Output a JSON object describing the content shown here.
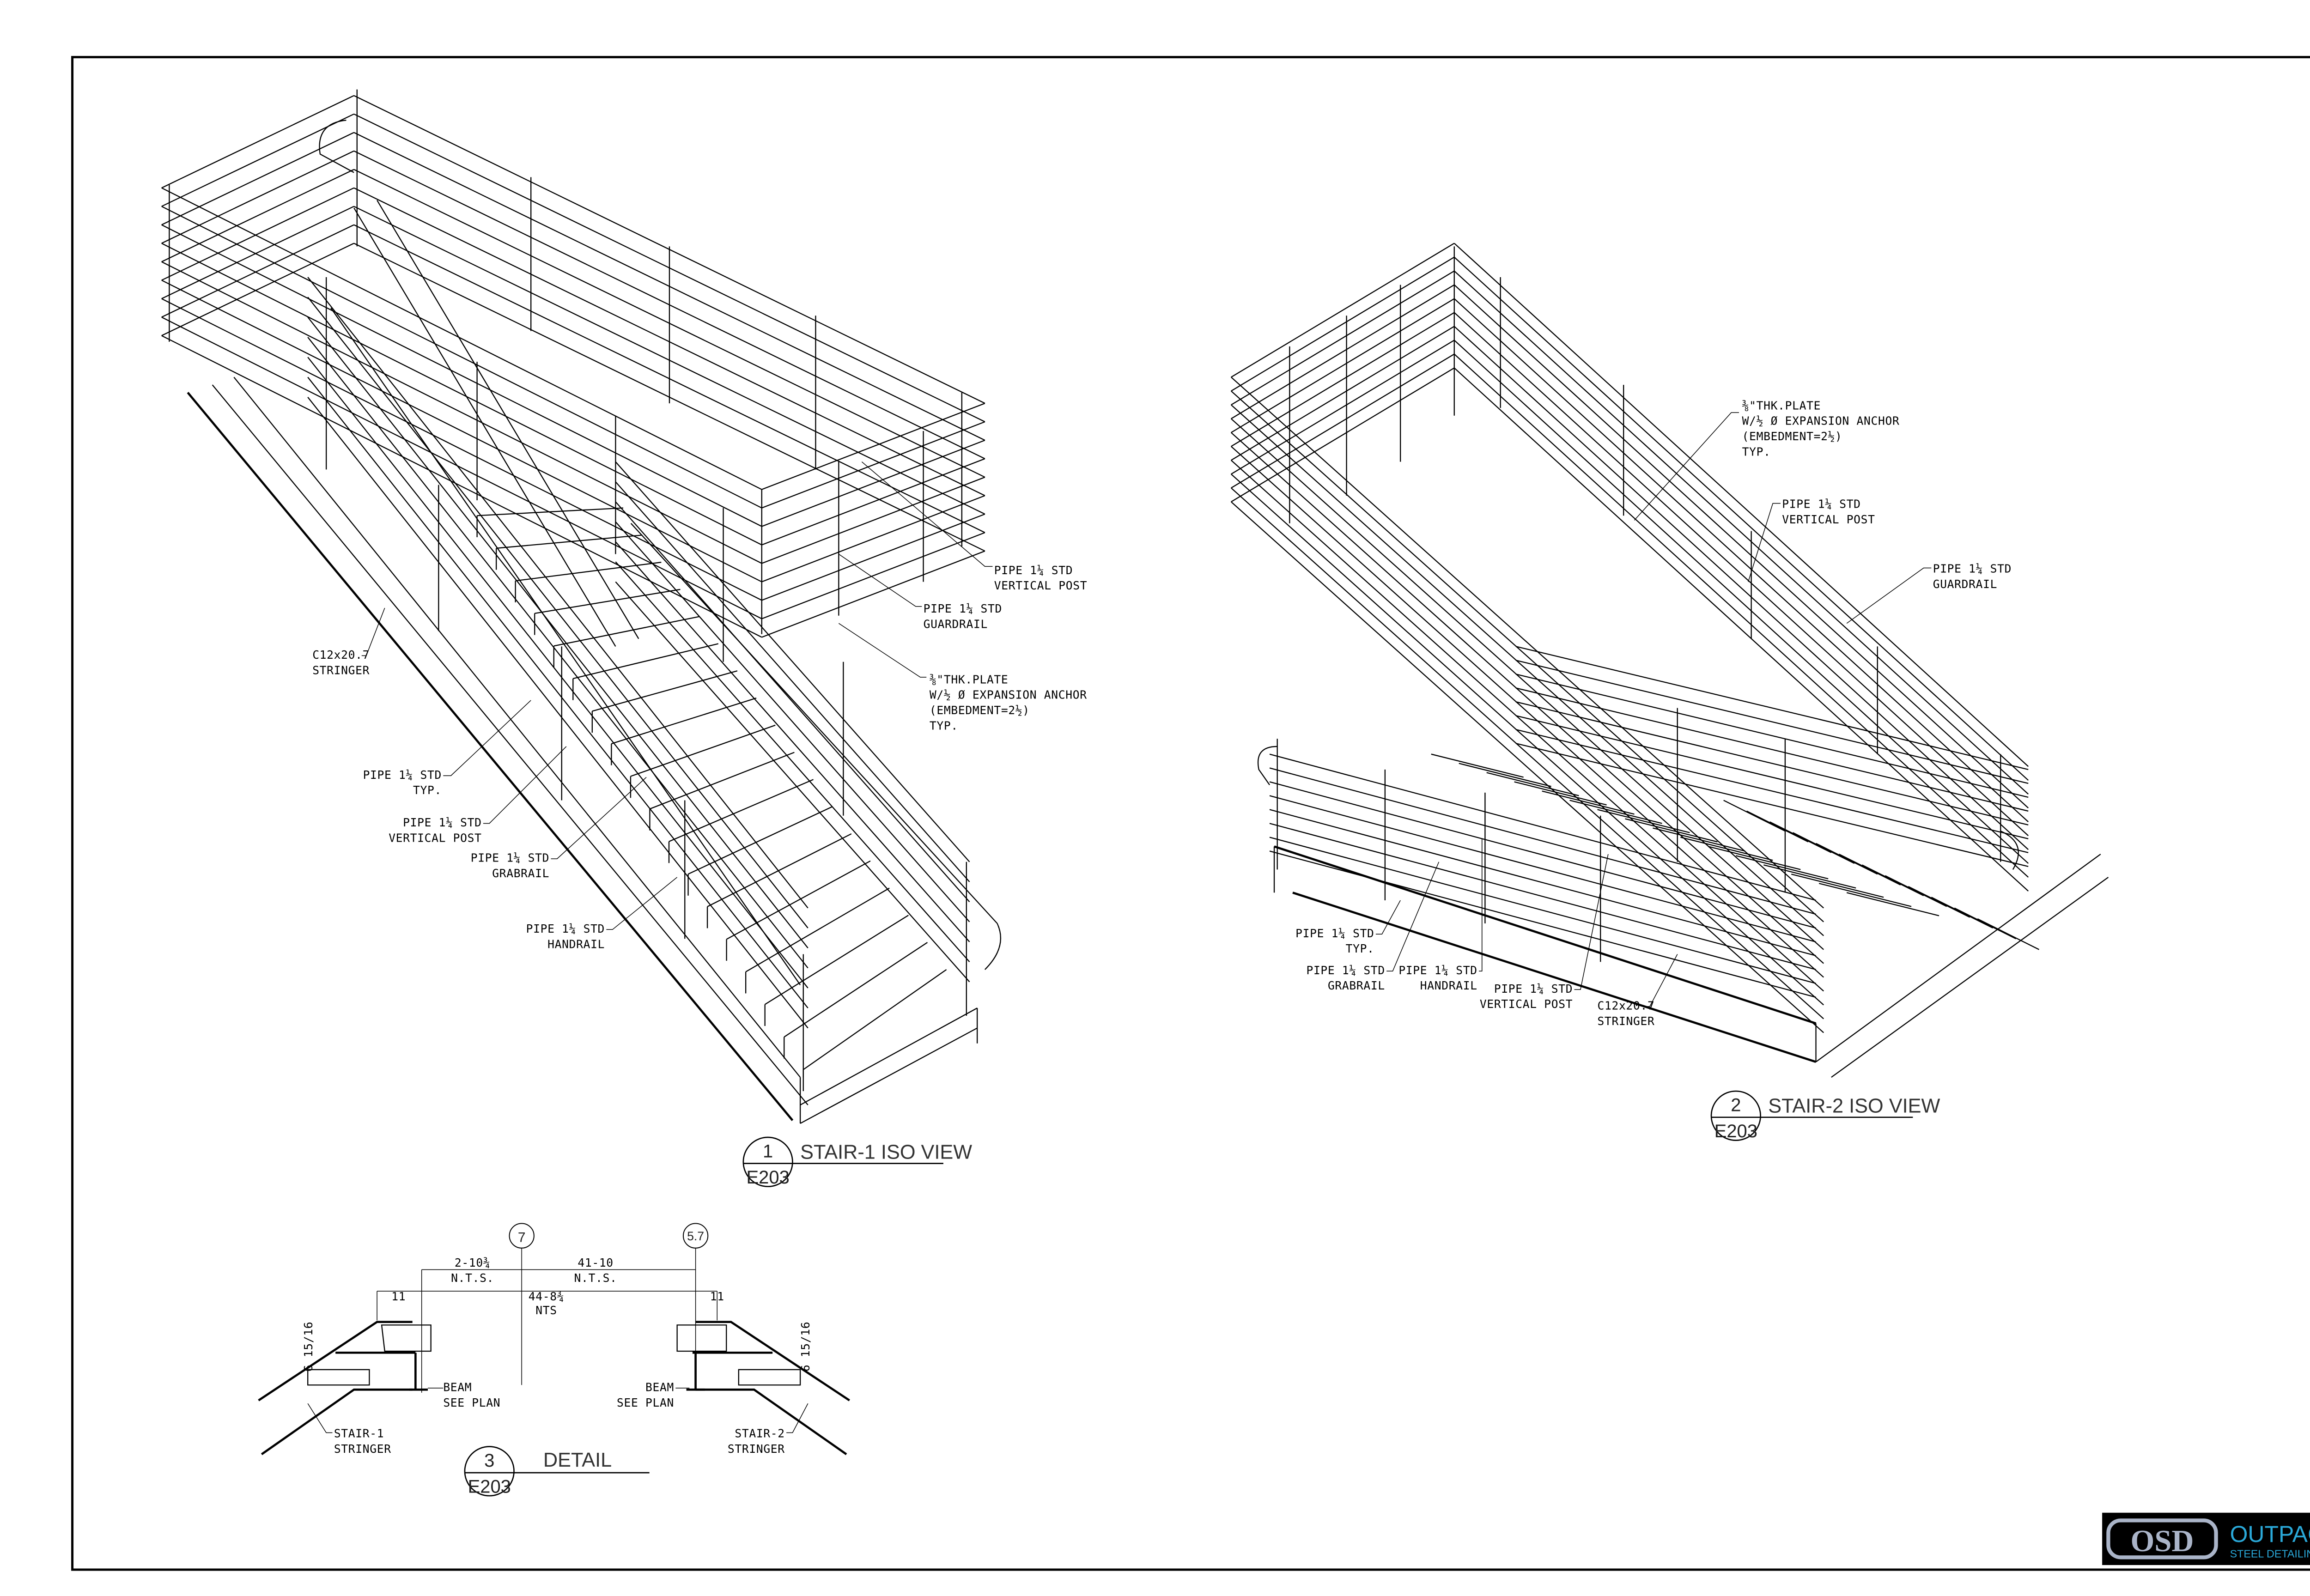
{
  "views": {
    "stair1": {
      "number": "1",
      "sheet": "E203",
      "title": "STAIR-1 ISO VIEW",
      "callouts": {
        "vertical_post_top": [
          "PIPE 1¼ STD",
          "VERTICAL POST"
        ],
        "guardrail": [
          "PIPE 1¼ STD",
          "GUARDRAIL"
        ],
        "plate": [
          "⅜\"THK.PLATE",
          "W/½ Ø EXPANSION ANCHOR",
          "(EMBEDMENT=2½)",
          "TYP."
        ],
        "stringer": [
          "C12x20.7",
          "STRINGER"
        ],
        "typ": [
          "PIPE 1¼ STD",
          "TYP."
        ],
        "vertical_post": [
          "PIPE 1¼ STD",
          "VERTICAL POST"
        ],
        "grabrail": [
          "PIPE 1¼ STD",
          "GRABRAIL"
        ],
        "handrail": [
          "PIPE 1¼ STD",
          "HANDRAIL"
        ]
      }
    },
    "stair2": {
      "number": "2",
      "sheet": "E203",
      "title": "STAIR-2 ISO VIEW",
      "callouts": {
        "plate": [
          "⅜\"THK.PLATE",
          "W/½ Ø EXPANSION ANCHOR",
          "(EMBEDMENT=2½)",
          "TYP."
        ],
        "vertical_post_top": [
          "PIPE 1¼ STD",
          "VERTICAL POST"
        ],
        "guardrail": [
          "PIPE 1¼ STD",
          "GUARDRAIL"
        ],
        "typ": [
          "PIPE 1¼ STD",
          "TYP."
        ],
        "grabrail": [
          "PIPE 1¼ STD",
          "GRABRAIL"
        ],
        "handrail": [
          "PIPE 1¼ STD",
          "HANDRAIL"
        ],
        "vertical_post": [
          "PIPE 1¼ STD",
          "VERTICAL POST"
        ],
        "stringer": [
          "C12x20.7",
          "STRINGER"
        ]
      }
    },
    "detail": {
      "number": "3",
      "sheet": "E203",
      "title": "DETAIL",
      "grid_left": "7",
      "grid_right": "5.7",
      "dim_left": "2-10¾",
      "dim_left_note": "N.T.S.",
      "dim_right": "41-10",
      "dim_right_note": "N.T.S.",
      "dim_total": "44-8¾",
      "dim_total_note": "NTS",
      "dim_edge_left": "11",
      "dim_edge_right": "11",
      "dim_height_left": "6 15/16",
      "dim_height_right": "6 15/16",
      "beam_left": [
        "BEAM",
        "SEE PLAN"
      ],
      "beam_right": [
        "BEAM",
        "SEE PLAN"
      ],
      "stringer_left": [
        "STAIR-1",
        "STRINGER"
      ],
      "stringer_right": [
        "STAIR-2",
        "STRINGER"
      ]
    }
  },
  "logo": {
    "monogram": "OSD",
    "name": "OUTPACE",
    "tagline": "STEEL DETAILING",
    "color": "#2aa8d8"
  }
}
